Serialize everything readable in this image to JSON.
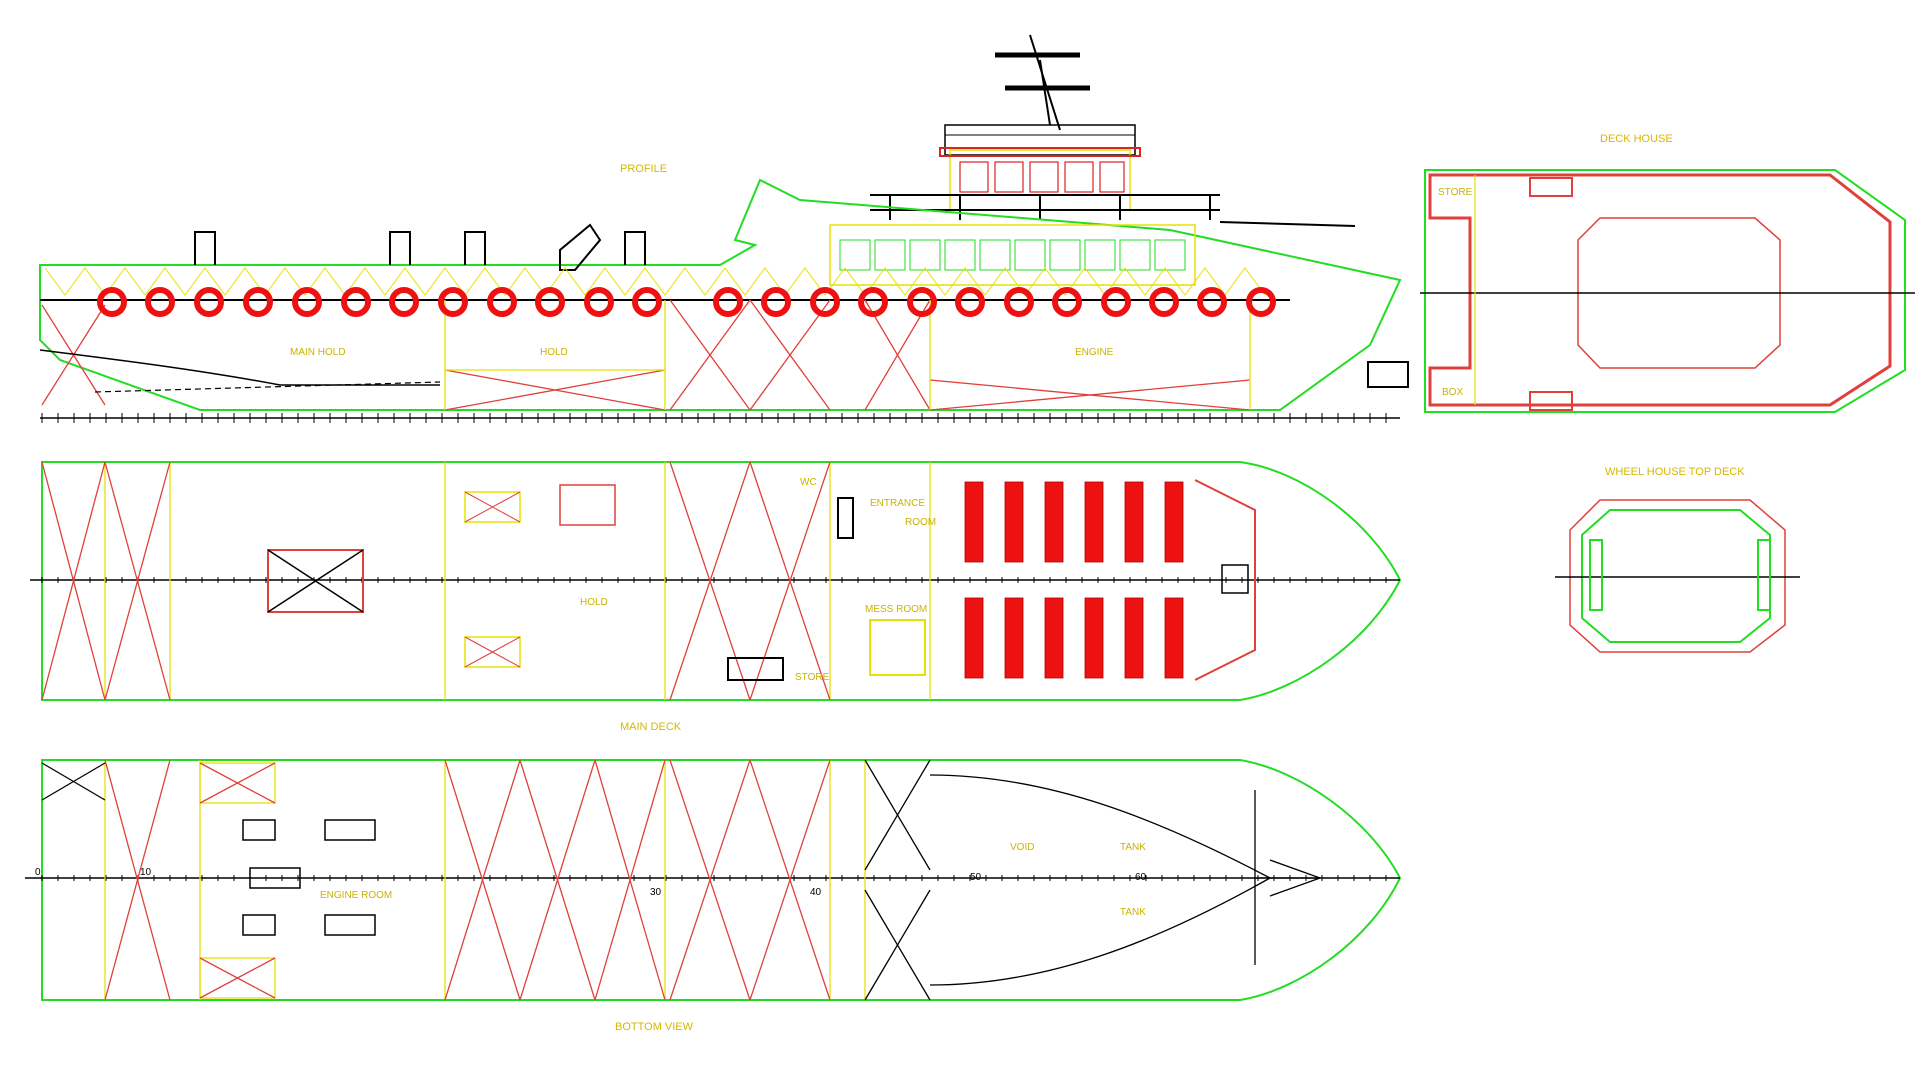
{
  "drawing": {
    "views": {
      "profile": {
        "title": "PROFILE",
        "labels": [
          "MAIN HOLD",
          "HOLD",
          "ENGINE"
        ]
      },
      "main_deck": {
        "title": "MAIN DECK",
        "labels": [
          "HOLD",
          "WC",
          "MESS ROOM",
          "ENTRANCE",
          "ROOM",
          "STORE"
        ]
      },
      "bottom": {
        "title": "BOTTOM VIEW",
        "labels": [
          "ENGINE ROOM",
          "VOID",
          "TANK",
          "TANK"
        ],
        "frame_numbers": [
          "0",
          "10",
          "30",
          "40",
          "50",
          "60"
        ]
      },
      "deck_house": {
        "title": "DECK HOUSE",
        "labels": [
          "STORE",
          "BOX"
        ]
      },
      "wheel_house_top": {
        "title": "WHEEL HOUSE TOP DECK"
      }
    },
    "colors": {
      "outline": "#22dd22",
      "structure": "#e8e000",
      "bracing": "#e0403a",
      "lifebuoy": "#ee1111",
      "dim": "#000000",
      "label": "#d6b800"
    }
  }
}
